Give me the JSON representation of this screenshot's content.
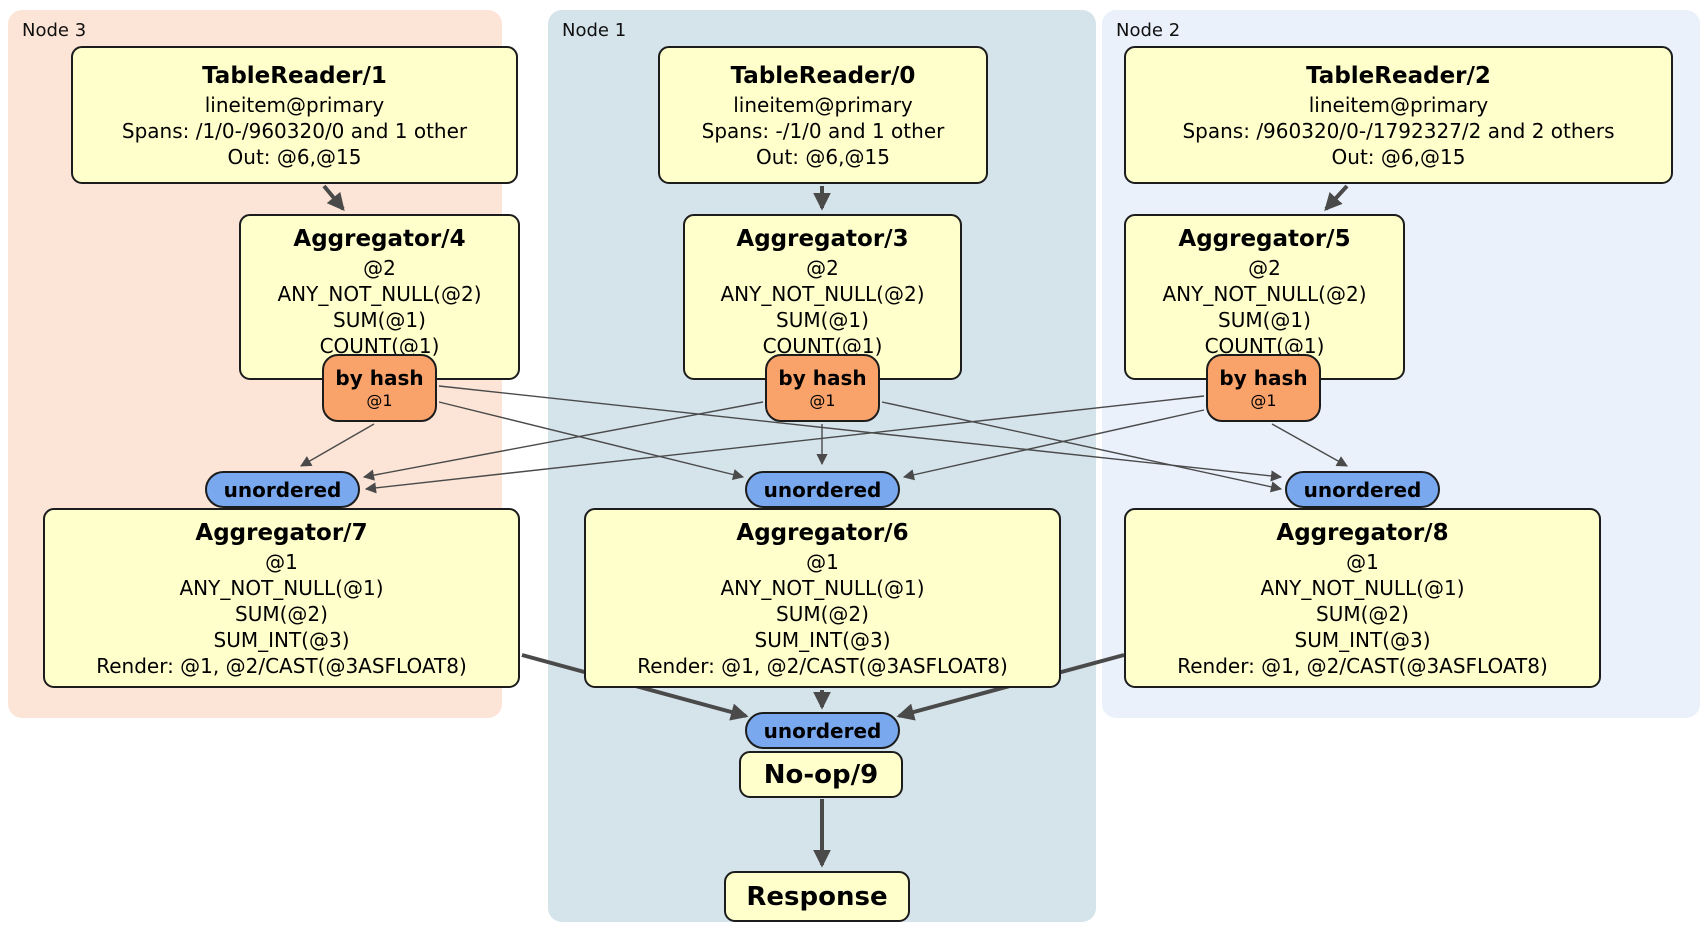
{
  "colors": {
    "node3_bg": "#fce4d6",
    "node1_bg": "#d5e3eb",
    "node2_bg": "#eaf1fb",
    "processor_fill": "#ffffcc",
    "router_fill": "#f9a36b",
    "sync_fill": "#7aa8ee",
    "edge": "#4a4a4a"
  },
  "regions": [
    {
      "label": "Node 3",
      "table_reader": {
        "title": "TableReader/1",
        "lines": [
          "lineitem@primary",
          "Spans: /1/0-/960320/0 and 1 other",
          "Out: @6,@15"
        ]
      },
      "aggregator_stage1": {
        "title": "Aggregator/4",
        "lines": [
          "@2",
          "ANY_NOT_NULL(@2)",
          "SUM(@1)",
          "COUNT(@1)"
        ]
      },
      "router": {
        "label": "by hash",
        "detail": "@1"
      },
      "sync": {
        "label": "unordered"
      },
      "aggregator_stage2": {
        "title": "Aggregator/7",
        "lines": [
          "@1",
          "ANY_NOT_NULL(@1)",
          "SUM(@2)",
          "SUM_INT(@3)",
          "Render: @1, @2/CAST(@3ASFLOAT8)"
        ]
      }
    },
    {
      "label": "Node 1",
      "table_reader": {
        "title": "TableReader/0",
        "lines": [
          "lineitem@primary",
          "Spans: -/1/0 and 1 other",
          "Out: @6,@15"
        ]
      },
      "aggregator_stage1": {
        "title": "Aggregator/3",
        "lines": [
          "@2",
          "ANY_NOT_NULL(@2)",
          "SUM(@1)",
          "COUNT(@1)"
        ]
      },
      "router": {
        "label": "by hash",
        "detail": "@1"
      },
      "sync": {
        "label": "unordered"
      },
      "aggregator_stage2": {
        "title": "Aggregator/6",
        "lines": [
          "@1",
          "ANY_NOT_NULL(@1)",
          "SUM(@2)",
          "SUM_INT(@3)",
          "Render: @1, @2/CAST(@3ASFLOAT8)"
        ]
      }
    },
    {
      "label": "Node 2",
      "table_reader": {
        "title": "TableReader/2",
        "lines": [
          "lineitem@primary",
          "Spans: /960320/0-/1792327/2 and 2 others",
          "Out: @6,@15"
        ]
      },
      "aggregator_stage1": {
        "title": "Aggregator/5",
        "lines": [
          "@2",
          "ANY_NOT_NULL(@2)",
          "SUM(@1)",
          "COUNT(@1)"
        ]
      },
      "router": {
        "label": "by hash",
        "detail": "@1"
      },
      "sync": {
        "label": "unordered"
      },
      "aggregator_stage2": {
        "title": "Aggregator/8",
        "lines": [
          "@1",
          "ANY_NOT_NULL(@1)",
          "SUM(@2)",
          "SUM_INT(@3)",
          "Render: @1, @2/CAST(@3ASFLOAT8)"
        ]
      }
    }
  ],
  "final_stage": {
    "sync": {
      "label": "unordered"
    },
    "noop": {
      "title": "No-op/9"
    },
    "response": {
      "title": "Response"
    }
  }
}
